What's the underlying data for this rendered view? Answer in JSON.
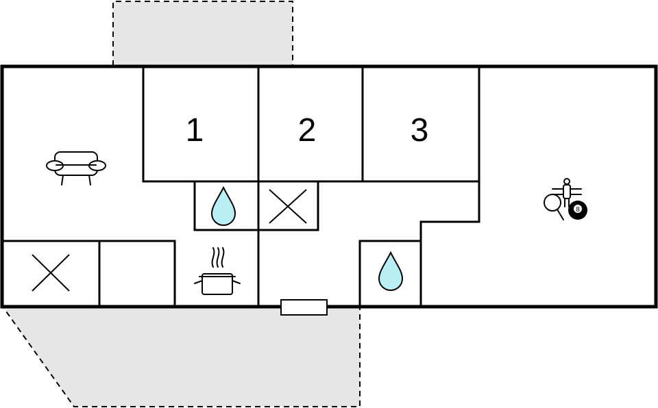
{
  "floorplan": {
    "rooms": [
      {
        "label": "1",
        "type": "bedroom"
      },
      {
        "label": "2",
        "type": "bedroom"
      },
      {
        "label": "3",
        "type": "bedroom"
      }
    ],
    "icons": {
      "living": "sofa-icon",
      "kitchen": "cooking-pot-icon",
      "bathroom": "water-drop-icon",
      "toilet": "cross-icon",
      "activity": [
        "foosball-icon",
        "table-tennis-icon",
        "billiard-ball-icon"
      ]
    },
    "billiard_ball_label": "8",
    "colors": {
      "terrace": "#e6e6e6",
      "water": "#b9eef5",
      "wall": "#000000"
    }
  }
}
